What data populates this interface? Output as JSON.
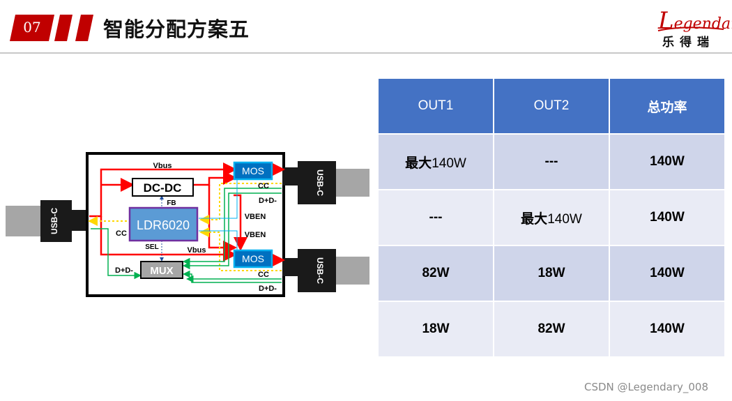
{
  "header": {
    "slide_number": "07",
    "title": "智能分配方案五"
  },
  "logo": {
    "en": "Legendary",
    "cn": "乐得瑞"
  },
  "diagram": {
    "input_port": "USB-C",
    "output_port_top": "USB-C",
    "output_port_bottom": "USB-C",
    "dcdc": "DC-DC",
    "controller": "LDR6020",
    "mux": "MUX",
    "mos_top": "MOS",
    "mos_bottom": "MOS",
    "vbus_top": "Vbus",
    "vbus_bottom": "Vbus",
    "fb": "FB",
    "sel": "SEL",
    "cc_left": "CC",
    "cc_top": "CC",
    "cc_bottom": "CC",
    "dpdm_top": "D+D-",
    "dpdm_bottom": "D+D-",
    "dpdm_mux": "D+D-",
    "vben_top": "VBEN",
    "vben_bottom": "VBEN"
  },
  "table": {
    "headers": [
      "OUT1",
      "OUT2",
      "总功率"
    ],
    "rows": [
      [
        {
          "prefix": "最大",
          "value": "140W"
        },
        {
          "prefix": "",
          "value": "---"
        },
        {
          "prefix": "",
          "value": "140W"
        }
      ],
      [
        {
          "prefix": "",
          "value": "---"
        },
        {
          "prefix": "最大",
          "value": "140W"
        },
        {
          "prefix": "",
          "value": "140W"
        }
      ],
      [
        {
          "prefix": "",
          "value": "82W"
        },
        {
          "prefix": "",
          "value": "18W"
        },
        {
          "prefix": "",
          "value": "140W"
        }
      ],
      [
        {
          "prefix": "",
          "value": "18W"
        },
        {
          "prefix": "",
          "value": "82W"
        },
        {
          "prefix": "",
          "value": "140W"
        }
      ]
    ]
  },
  "colors": {
    "accent": "#c00000",
    "table_header": "#4472c4",
    "row_odd": "#cfd5ea",
    "row_even": "#e9ebf5",
    "vbus_line": "#ff0000",
    "cc_line": "#ffff00",
    "data_line": "#00b050",
    "chip_fill": "#5b9bd5"
  },
  "footer": "CSDN @Legendary_008"
}
